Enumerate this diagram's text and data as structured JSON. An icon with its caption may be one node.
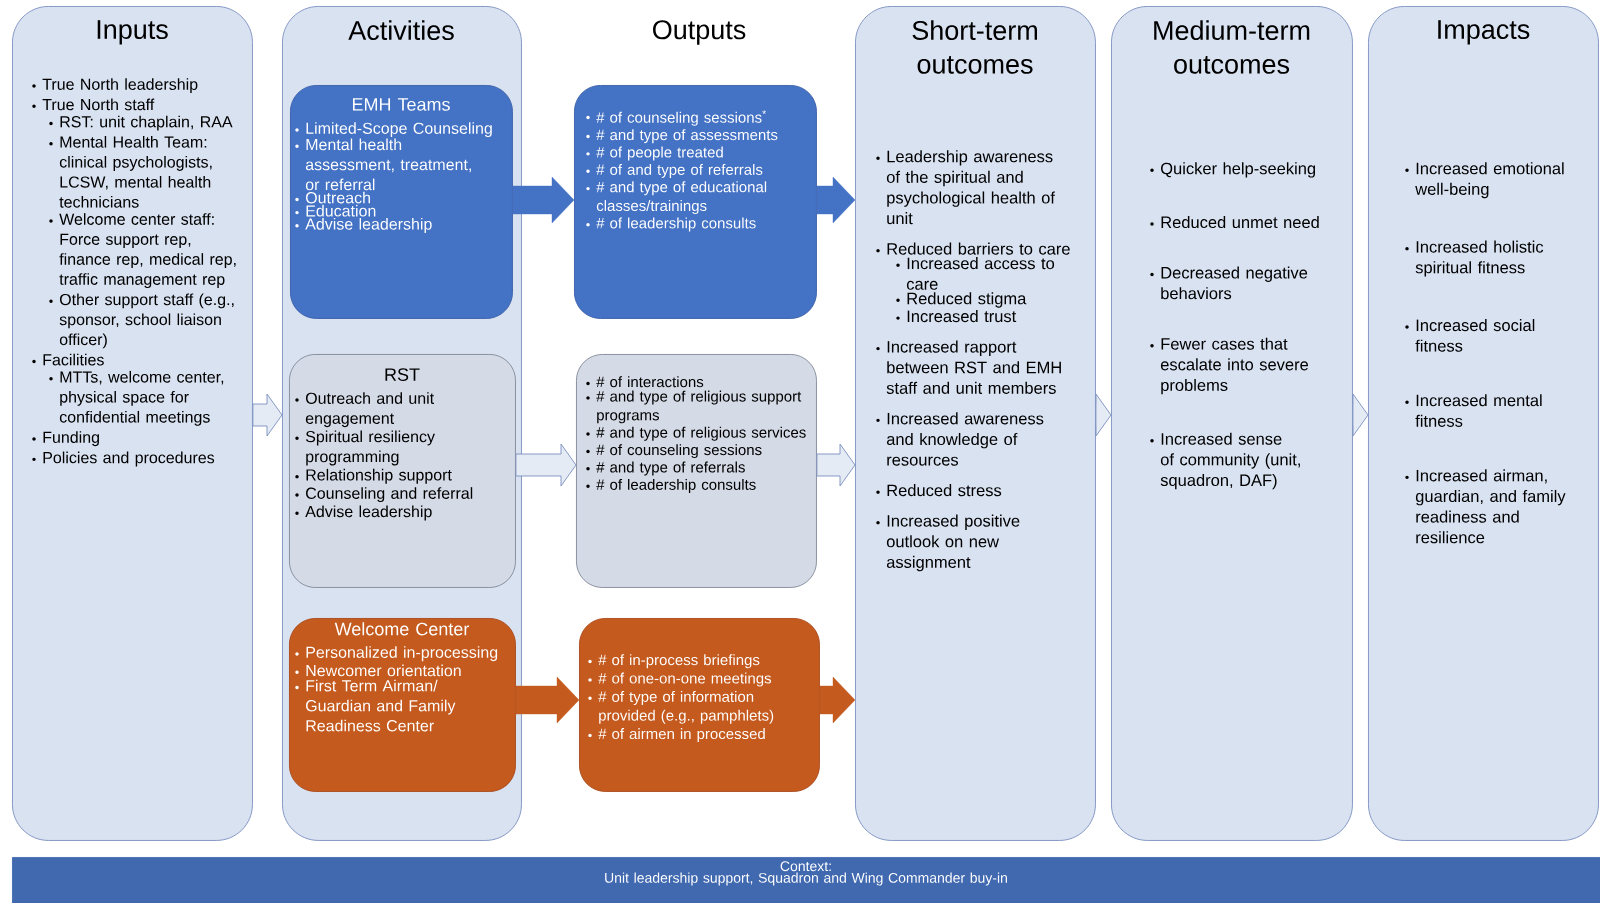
{
  "diagram": {
    "nodes": [
      {
        "text": [
          "Inputs",
          "True North leadership",
          "True North staff",
          "RST: unit chaplain, RAA",
          "Mental Health Team: clinical psychologists, LCSW, mental health technicians",
          "Welcome center staff: Force support rep, finance rep, medical rep, traffic management rep",
          "Other support staff (e.g., sponsor, school liaison officer)",
          "Facilities",
          "MTTs, welcome center, physical space for confidential meetings",
          "Funding",
          "Policies and procedures"
        ]
      },
      {
        "text": [
          "Activities"
        ]
      },
      {
        "text": [
          "EMH Teams",
          "Limited-Scope Counseling",
          "Mental health assessment, treatment, or referral",
          "Outreach",
          "Education",
          "Advise leadership"
        ],
        "in": 1
      },
      {
        "text": [
          "RST",
          "Outreach and unit engagement",
          "Spiritual resiliency programming",
          "Relationship support",
          "Counseling and referral",
          "Advise leadership"
        ],
        "in": 1
      },
      {
        "text": [
          "Welcome Center",
          "Personalized in-processing",
          "Newcomer orientation",
          "First Term Airman/ Guardian and Family Readiness Center"
        ],
        "in": 1
      },
      {
        "text": [
          "# of counseling sessions$^{*}$",
          "# and type of assessments",
          "# of people treated",
          "# of and type of referrals",
          "# and type of educational classes/trainings",
          "# of leadership consults"
        ]
      },
      {
        "text": [
          "# of interactions",
          "# and type of religious support programs",
          "# and type of religious services",
          "# of counseling sessions",
          "# and type of referrals",
          "# of leadership consults"
        ]
      },
      {
        "text": [
          "# of in-process briefings",
          "# of one-on-one meetings",
          "# of type of information provided (e.g., pamphlets)",
          "# of airmen in processed"
        ]
      },
      {
        "text": [
          "Short-term outcomes",
          "Leadership awareness of the spiritual and psychological health of unit",
          "Reduced barriers to care",
          "Increased access to care",
          "Reduced stigma",
          "Increased trust",
          "Increased rapport between RST and EMH staff and unit members",
          "Increased awareness and knowledge of resources",
          "Reduced stress",
          "Increased positive outlook on new assignment"
        ]
      },
      {
        "text": [
          "Medium-term outcomes",
          "Quicker help-seeking",
          "Reduced unmet need",
          "Decreased negative behaviors",
          "Fewer cases that escalate into severe problems",
          "Increased sense of community (unit, squadron, DAF)"
        ]
      },
      {
        "text": [
          "Impacts",
          "Increased emotional well-being",
          "Increased holistic spiritual fitness",
          "Increased social fitness",
          "Increased mental fitness",
          "Increased airman, guardian, and family readiness and resilience"
        ]
      },
      {
        "text": [
          "Context:",
          "Unit leadership support, Squadron and Wing Commander buy-in"
        ]
      }
    ],
    "edges": [
      {
        "from": 0,
        "to": 1,
        "arrow": "to"
      },
      {
        "from": 2,
        "to": 5,
        "arrow": "to",
        "color": "#4472c4"
      },
      {
        "from": 3,
        "to": 6,
        "arrow": "to"
      },
      {
        "from": 4,
        "to": 7,
        "arrow": "to",
        "color": "#c55a1e"
      },
      {
        "from": 5,
        "to": 8,
        "arrow": "to",
        "color": "#4472c4"
      },
      {
        "from": 6,
        "to": 8,
        "arrow": "to"
      },
      {
        "from": 7,
        "to": 8,
        "arrow": "to",
        "color": "#c55a1e"
      },
      {
        "from": 8,
        "to": 9,
        "arrow": "to"
      },
      {
        "from": 9,
        "to": 10,
        "arrow": "to"
      }
    ],
    "labels": [
      "Outputs"
    ]
  }
}
